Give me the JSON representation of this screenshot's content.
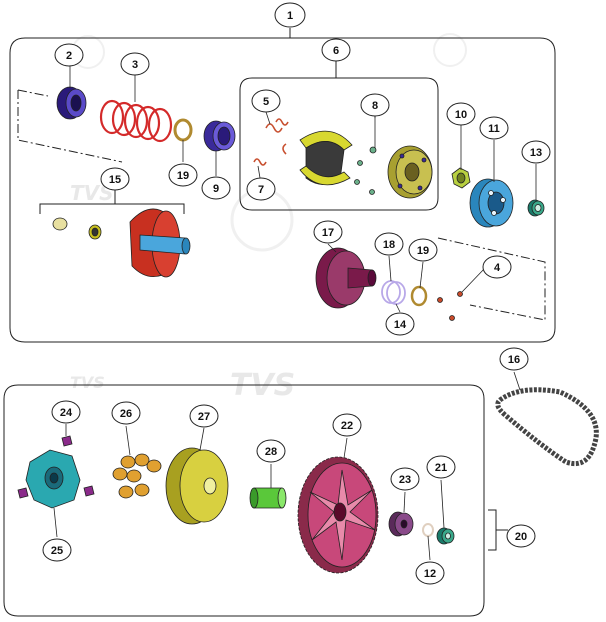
{
  "watermark": {
    "brand": "TVS"
  },
  "callouts": [
    {
      "id": "c1",
      "label": "1"
    },
    {
      "id": "c2",
      "label": "2"
    },
    {
      "id": "c3",
      "label": "3"
    },
    {
      "id": "c4",
      "label": "4"
    },
    {
      "id": "c5",
      "label": "5"
    },
    {
      "id": "c6",
      "label": "6"
    },
    {
      "id": "c7",
      "label": "7"
    },
    {
      "id": "c8",
      "label": "8"
    },
    {
      "id": "c9",
      "label": "9"
    },
    {
      "id": "c10",
      "label": "10"
    },
    {
      "id": "c11",
      "label": "11"
    },
    {
      "id": "c12",
      "label": "12"
    },
    {
      "id": "c13",
      "label": "13"
    },
    {
      "id": "c14",
      "label": "14"
    },
    {
      "id": "c15",
      "label": "15"
    },
    {
      "id": "c16",
      "label": "16"
    },
    {
      "id": "c17",
      "label": "17"
    },
    {
      "id": "c18",
      "label": "18"
    },
    {
      "id": "c19a",
      "label": "19"
    },
    {
      "id": "c19b",
      "label": "19"
    },
    {
      "id": "c20",
      "label": "20"
    },
    {
      "id": "c21",
      "label": "21"
    },
    {
      "id": "c22",
      "label": "22"
    },
    {
      "id": "c23",
      "label": "23"
    },
    {
      "id": "c24",
      "label": "24"
    },
    {
      "id": "c25",
      "label": "25"
    },
    {
      "id": "c26",
      "label": "26"
    },
    {
      "id": "c27",
      "label": "27"
    },
    {
      "id": "c28",
      "label": "28"
    }
  ],
  "colors": {
    "outline": "#222222",
    "blue_part": "#4aa6dc",
    "purple_part": "#3a2a9a",
    "red_spring": "#d42a2a",
    "yellow_part": "#d8d830",
    "maroon_part": "#8a2a5a",
    "teal_part": "#2aa8b0",
    "green_part": "#5ac83a",
    "pink_part": "#c8487a",
    "olive_part": "#a8a030"
  }
}
